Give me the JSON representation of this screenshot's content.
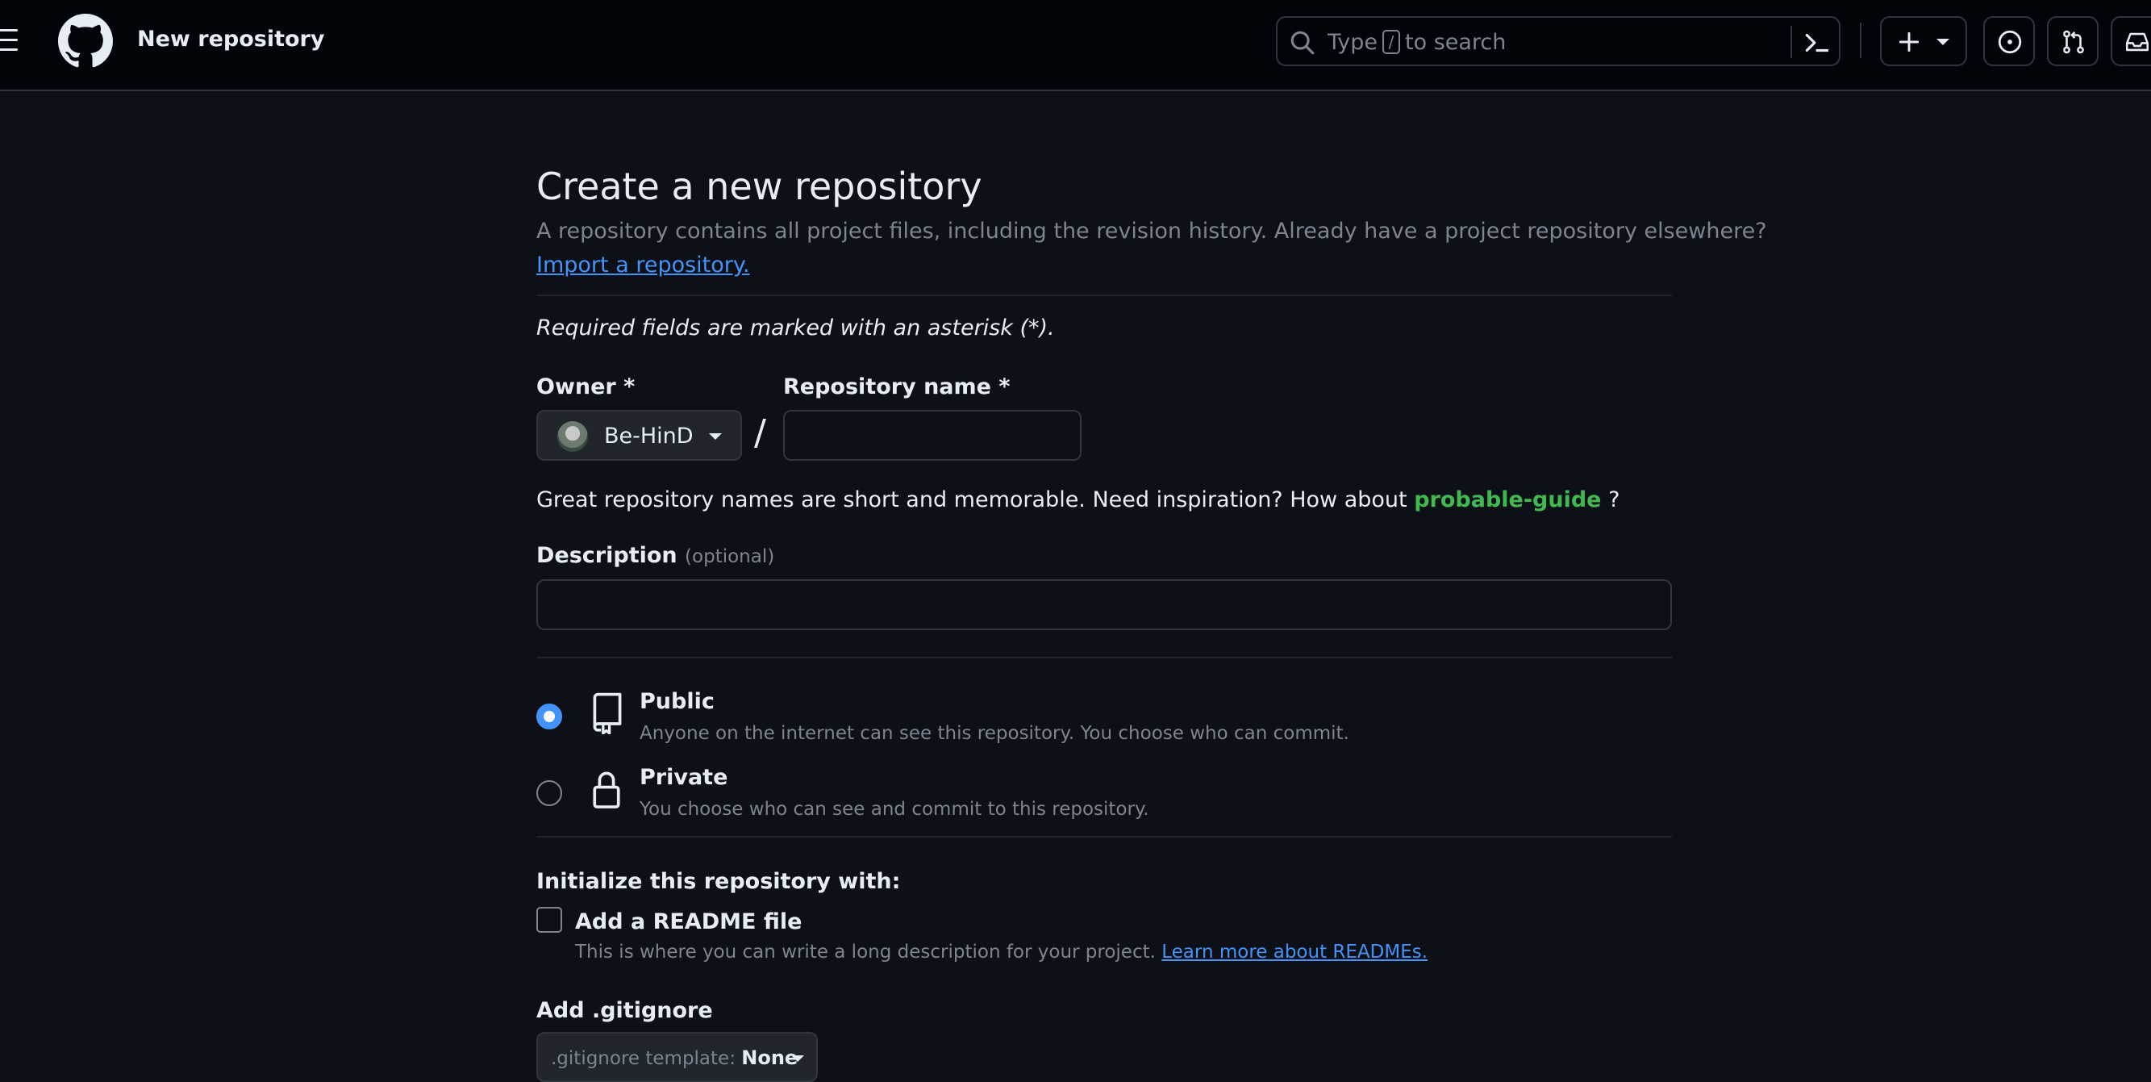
{
  "header": {
    "title": "New repository",
    "search_placeholder_prefix": "Type",
    "search_key": "/",
    "search_placeholder_suffix": "to search"
  },
  "page": {
    "heading": "Create a new repository",
    "subtitle": "A repository contains all project files, including the revision history. Already have a project repository elsewhere?",
    "import_link": "Import a repository.",
    "required_note": "Required fields are marked with an asterisk (*)."
  },
  "owner": {
    "label": "Owner *",
    "value": "Be-HinD"
  },
  "repo_name": {
    "label": "Repository name *",
    "value": ""
  },
  "inspiration": {
    "text": "Great repository names are short and memorable. Need inspiration? How about",
    "suggestion": "probable-guide",
    "end": "?"
  },
  "description": {
    "label": "Description",
    "optional": "(optional)",
    "value": ""
  },
  "visibility": {
    "public_label": "Public",
    "public_desc": "Anyone on the internet can see this repository. You choose who can commit.",
    "private_label": "Private",
    "private_desc": "You choose who can see and commit to this repository.",
    "selected": "public"
  },
  "initialize": {
    "heading": "Initialize this repository with:",
    "readme_label": "Add a README file",
    "readme_desc": "This is where you can write a long description for your project.",
    "readme_link": "Learn more about READMEs.",
    "readme_checked": false
  },
  "gitignore": {
    "heading": "Add .gitignore",
    "template_label": ".gitignore template:",
    "template_value": "None"
  },
  "icons": [
    "menu-icon",
    "github-logo-icon",
    "search-icon",
    "command-palette-icon",
    "plus-icon",
    "issues-icon",
    "pull-requests-icon",
    "inbox-icon",
    "repo-icon",
    "lock-icon"
  ],
  "colors": {
    "background": "#0d1117",
    "header": "#010409",
    "link": "#4493f8",
    "suggestion": "#3fb950",
    "muted": "#7d8590"
  }
}
